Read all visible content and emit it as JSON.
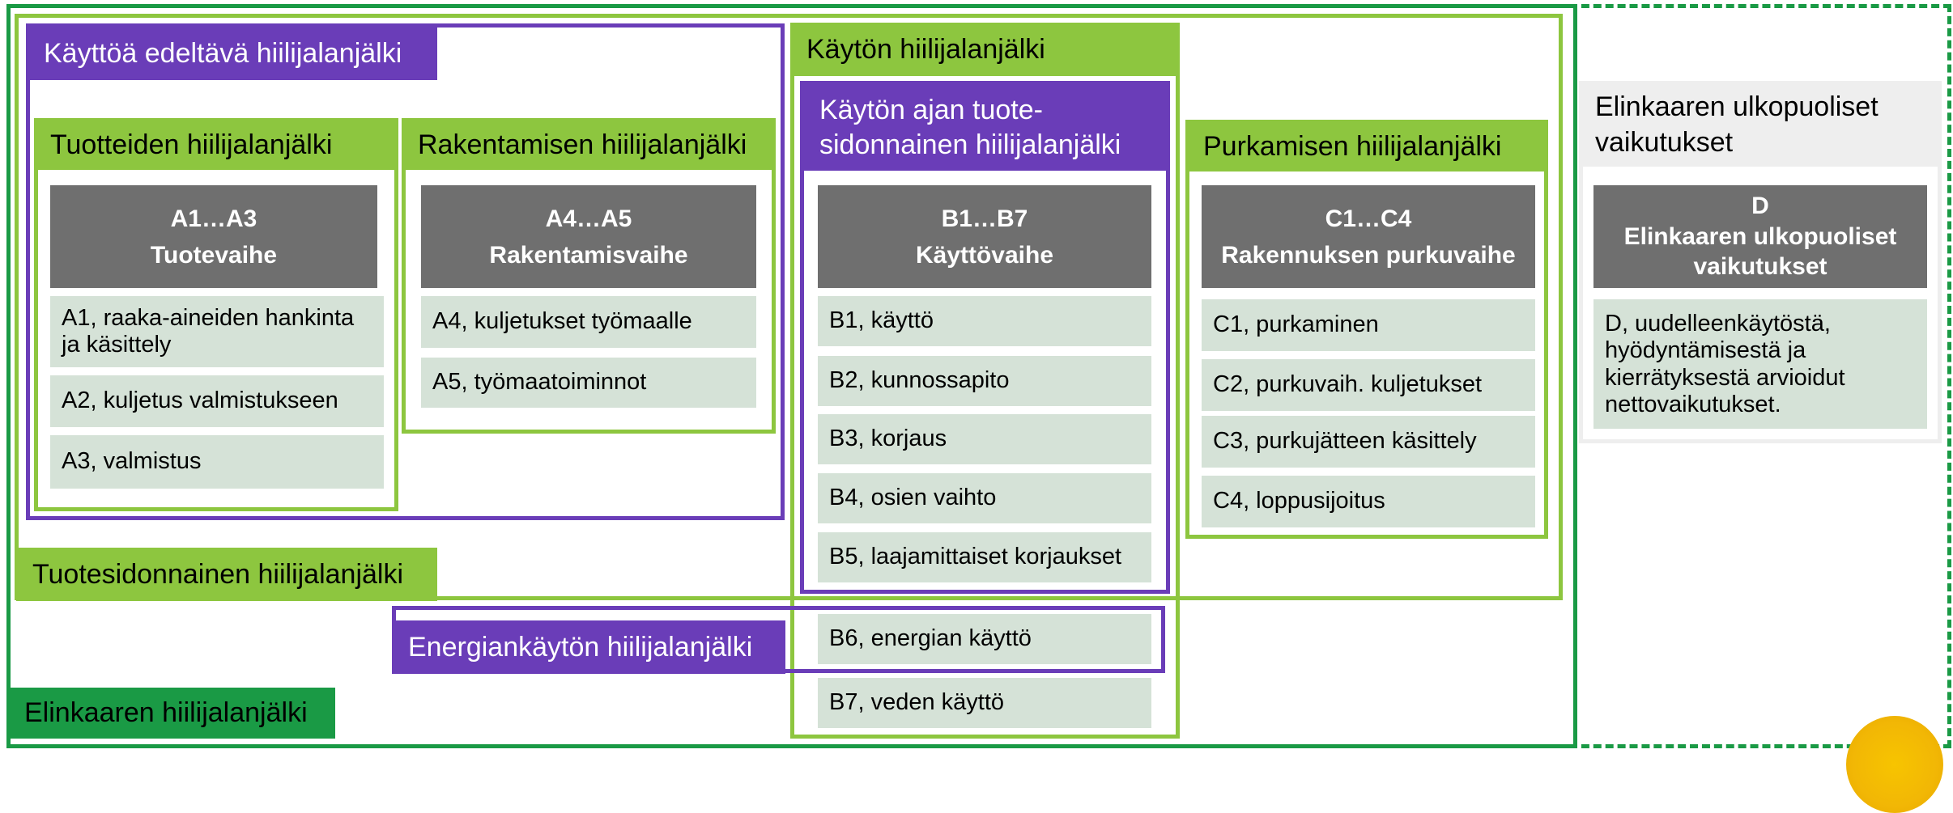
{
  "labels": {
    "pre_use": "Käyttöä edeltävä hiilijalanjälki",
    "use": "Käytön hiilijalanjälki",
    "use_product": "Käytön ajan tuote-sidonnainen hiilijalanjälki",
    "products": "Tuotteiden hiilijalanjälki",
    "construction": "Rakentamisen hiilijalanjälki",
    "demolition": "Purkamisen hiilijalanjälki",
    "beyond": "Elinkaaren ulkopuoliset vaikutukset",
    "product_bound": "Tuotesidonnainen hiilijalanjälki",
    "energy": "Energiankäytön hiilijalanjälki",
    "lifecycle": "Elinkaaren hiilijalanjälki"
  },
  "stages": {
    "a13": {
      "code": "A1…A3",
      "name": "Tuotevaihe"
    },
    "a45": {
      "code": "A4…A5",
      "name": "Rakentamisvaihe"
    },
    "b17": {
      "code": "B1…B7",
      "name": "Käyttövaihe"
    },
    "c14": {
      "code": "C1…C4",
      "name": "Rakennuksen purkuvaihe"
    },
    "d": {
      "code": "D",
      "name": "Elinkaaren ulkopuoliset vaikutukset"
    }
  },
  "items": {
    "a1": "A1, raaka-aineiden hankinta ja käsittely",
    "a2": "A2, kuljetus valmistukseen",
    "a3": "A3, valmistus",
    "a4": "A4, kuljetukset työmaalle",
    "a5": "A5, työmaatoiminnot",
    "b1": "B1, käyttö",
    "b2": "B2, kunnossapito",
    "b3": "B3, korjaus",
    "b4": "B4, osien vaihto",
    "b5": "B5, laajamittaiset korjaukset",
    "b6": "B6, energian käyttö",
    "b7": "B7, veden käyttö",
    "c1": "C1, purkaminen",
    "c2": "C2, purkuvaih. kuljetukset",
    "c3": "C3, purkujätteen käsittely",
    "c4": "C4, loppusijoitus",
    "d1": "D, uudelleenkäytöstä, hyödyntämisestä ja kierrätyksestä arvioidut nettovaikutukset."
  },
  "colors": {
    "dark_green": "#1a9a45",
    "light_green": "#8dc63f",
    "purple": "#6a3db8",
    "header_grey": "#6f6f6f",
    "item_fill": "#d5e2d7"
  }
}
